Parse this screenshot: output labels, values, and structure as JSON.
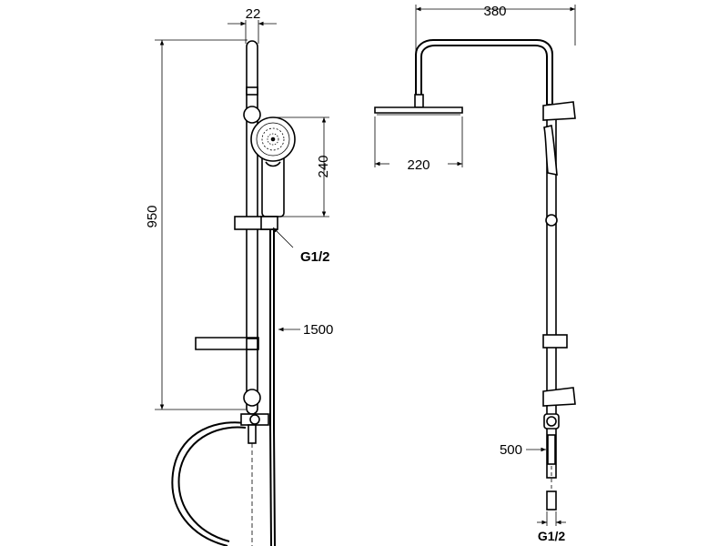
{
  "left_view": {
    "dim_width_top": "22",
    "dim_total_height": "950",
    "dim_handshower": "240",
    "dim_connection": "G1/2",
    "dim_hose": "1500"
  },
  "right_view": {
    "dim_arm_span": "380",
    "dim_head_width": "220",
    "dim_supply": "500",
    "dim_connection": "G1/2"
  }
}
